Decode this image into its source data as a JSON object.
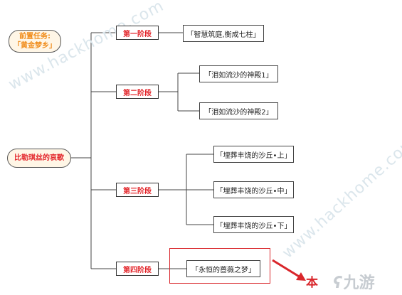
{
  "diagram": {
    "root": {
      "label": "比勒琪丝的哀歌"
    },
    "prerequisite": {
      "label_line1": "前置任务:",
      "label_line2": "「黄金梦乡」"
    },
    "stages": [
      {
        "label": "第一阶段",
        "quests": [
          "「智慧筑庭,衡成七柱」"
        ]
      },
      {
        "label": "第二阶段",
        "quests": [
          "「泪如流沙的神殿1」",
          "「泪如流沙的神殿2」"
        ]
      },
      {
        "label": "第三阶段",
        "quests": [
          "「埋葬丰饶的沙丘•上」",
          "「埋葬丰饶的沙丘•中」",
          "「埋葬丰饶的沙丘•下」"
        ]
      },
      {
        "label": "第四阶段",
        "quests": [
          "「永恒的蔷薇之梦」"
        ]
      }
    ],
    "current_marker": "本",
    "colors": {
      "stage_text": "#e3262b",
      "prereq_text": "#f08c1a",
      "highlight": "#d9262b",
      "line": "#444444"
    }
  },
  "watermarks": {
    "site": "www.hackhome.com",
    "logo_text": "九游"
  }
}
